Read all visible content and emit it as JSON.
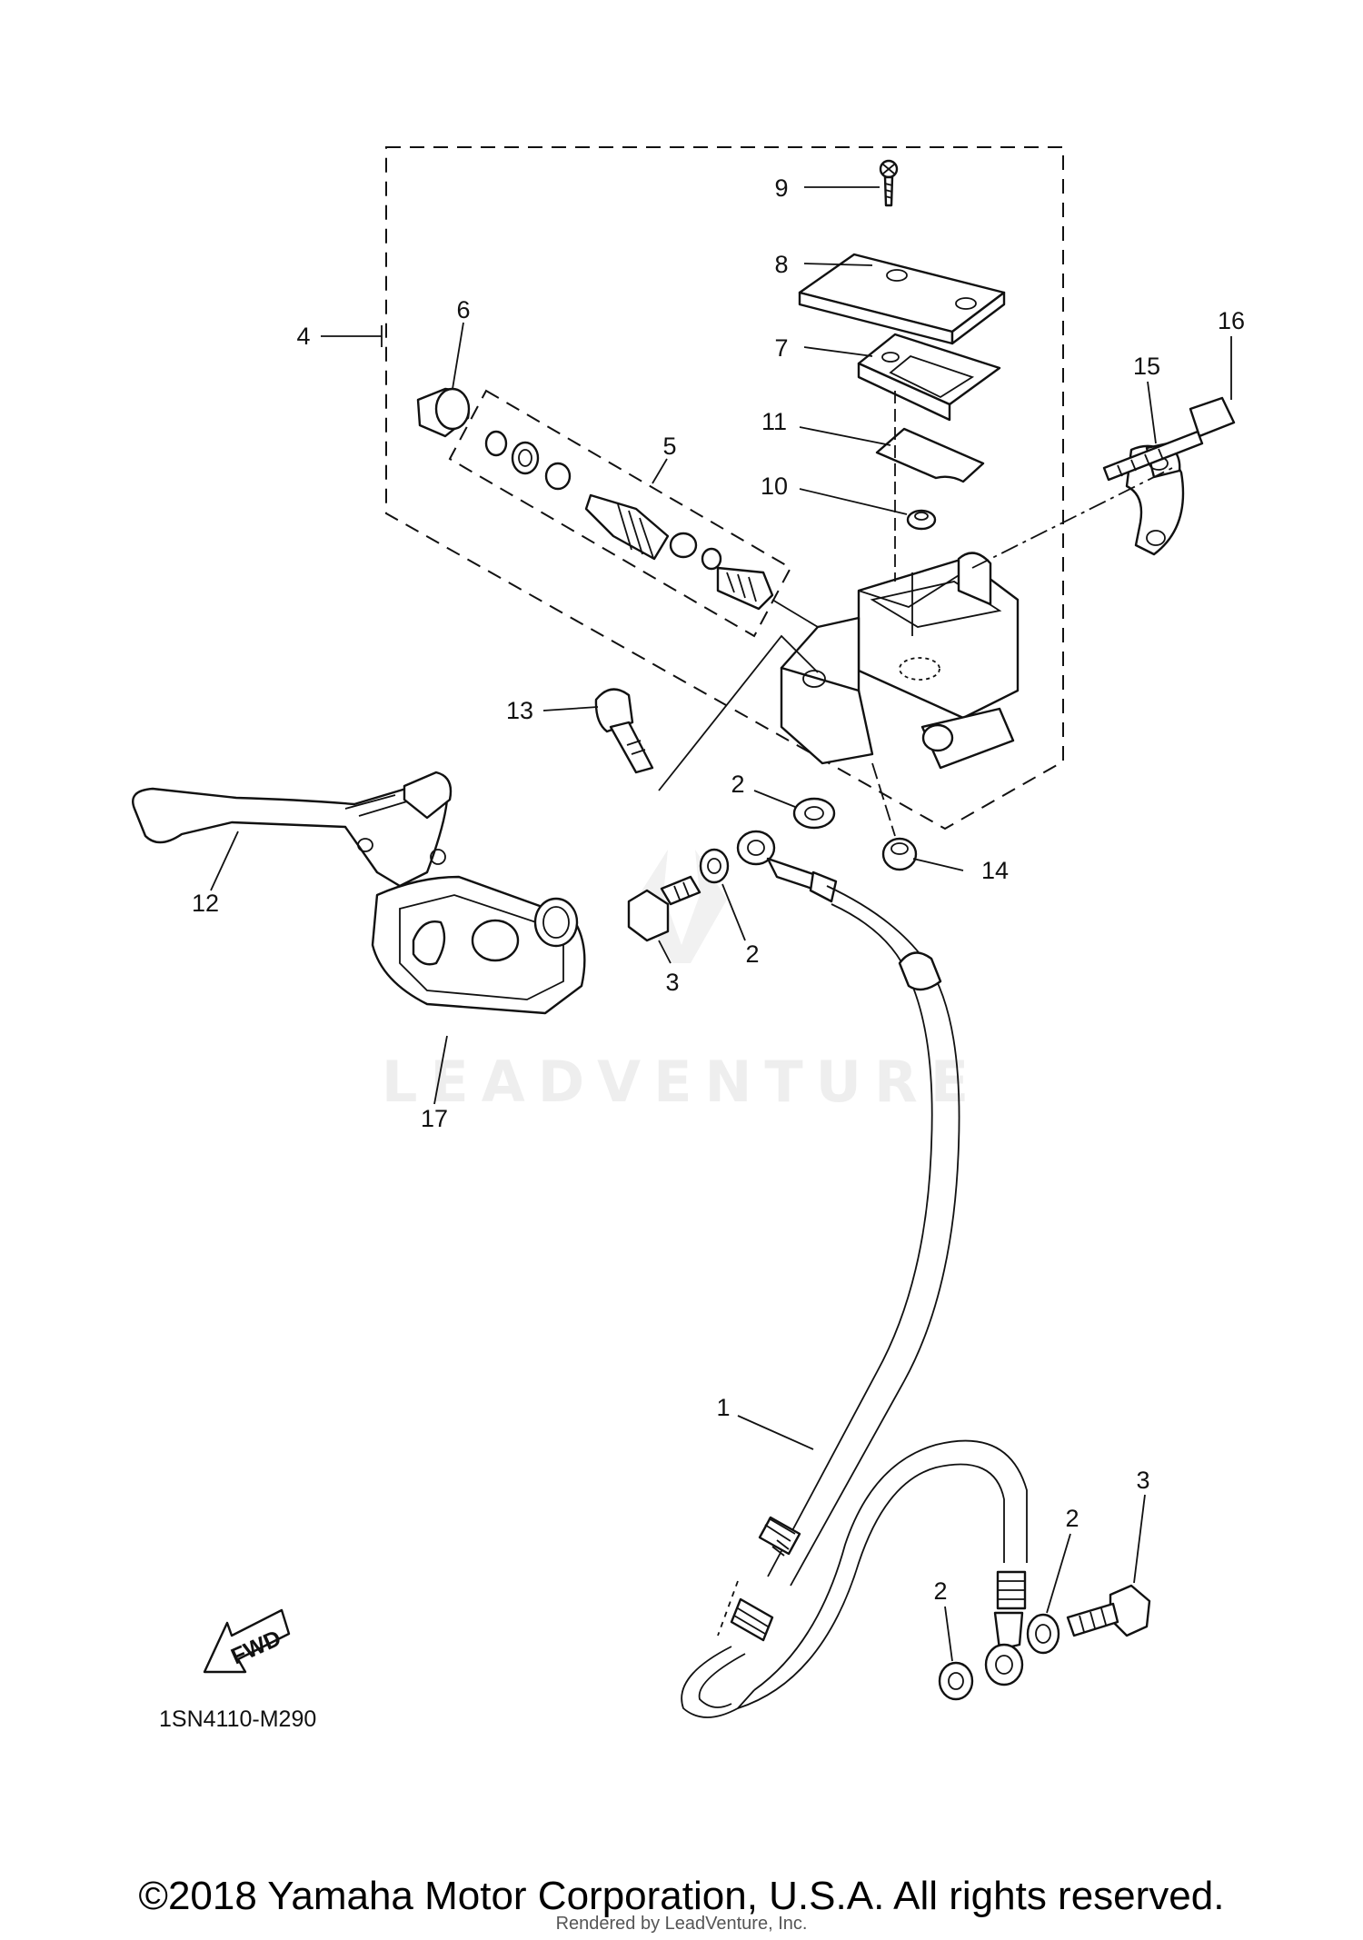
{
  "diagram": {
    "reference_code": "1SN4110-M290",
    "fwd_label": "FWD",
    "watermark": "LEADVENTURE",
    "callouts": [
      {
        "id": "c1",
        "text": "1"
      },
      {
        "id": "c2a",
        "text": "2"
      },
      {
        "id": "c2b",
        "text": "2"
      },
      {
        "id": "c2c",
        "text": "2"
      },
      {
        "id": "c2d",
        "text": "2"
      },
      {
        "id": "c3a",
        "text": "3"
      },
      {
        "id": "c3b",
        "text": "3"
      },
      {
        "id": "c4",
        "text": "4"
      },
      {
        "id": "c5",
        "text": "5"
      },
      {
        "id": "c6",
        "text": "6"
      },
      {
        "id": "c7",
        "text": "7"
      },
      {
        "id": "c8",
        "text": "8"
      },
      {
        "id": "c9",
        "text": "9"
      },
      {
        "id": "c10",
        "text": "10"
      },
      {
        "id": "c11",
        "text": "11"
      },
      {
        "id": "c12",
        "text": "12"
      },
      {
        "id": "c13",
        "text": "13"
      },
      {
        "id": "c14",
        "text": "14"
      },
      {
        "id": "c15",
        "text": "15"
      },
      {
        "id": "c16",
        "text": "16"
      },
      {
        "id": "c17",
        "text": "17"
      }
    ]
  },
  "footer": {
    "copyright": "©2018 Yamaha Motor Corporation, U.S.A. All rights reserved.",
    "rendered_by": "Rendered by LeadVenture, Inc."
  }
}
